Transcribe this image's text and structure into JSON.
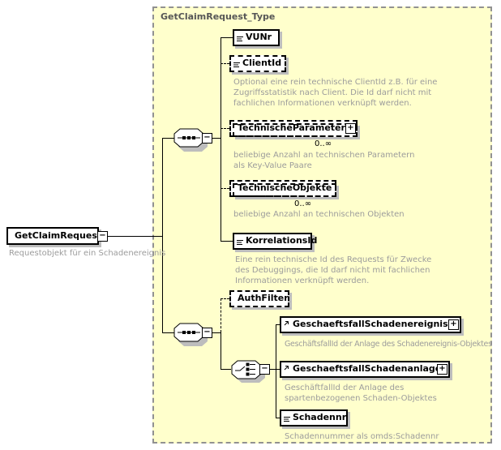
{
  "symbols": {
    "collapse": "−",
    "expand": "+"
  },
  "root": {
    "label": "GetClaimRequest",
    "annotation": "Requestobjekt für ein Schadenereignis"
  },
  "type_container": {
    "title": "GetClaimRequest_Type"
  },
  "sequence1": {
    "children": {
      "vunr": {
        "label": "VUNr"
      },
      "clientid": {
        "label": "ClientId",
        "annotation": "Optional eine rein technische ClientId z.B. für eine Zugriffsstatistik nach Client. Die Id darf nicht mit fachlichen Informationen verknüpft werden."
      },
      "technische_parameter": {
        "label": "TechnischeParameter",
        "occurrence": "0..∞",
        "annotation": "beliebige Anzahl an technischen Parametern als Key-Value Paare"
      },
      "technische_objekte": {
        "label": "TechnischeObjekte",
        "occurrence": "0..∞",
        "annotation": "beliebige Anzahl an technischen Objekten"
      },
      "korrelations_id": {
        "label": "KorrelationsId",
        "annotation": "Eine rein technische Id des Requests für Zwecke des Debuggings, die Id darf nicht mit fachlichen Informationen verknüpft werden."
      }
    }
  },
  "sequence2": {
    "children": {
      "auth_filter": {
        "label": "AuthFilter"
      },
      "choice": {
        "children": {
          "geschaeftsfall_schadenereignis": {
            "label": "GeschaeftsfallSchadenereignis",
            "annotation": "GeschäftsfallId der Anlage des Schadenereignis-Objektes"
          },
          "geschaeftsfall_schadenanlage": {
            "label": "GeschaeftsfallSchadenanlage",
            "annotation": "GeschäftfallId der Anlage des spartenbezogenen Schaden-Objektes"
          },
          "schadennr": {
            "label": "Schadennr",
            "annotation": "Schadennummer als omds:Schadennr"
          }
        }
      }
    }
  },
  "colors": {
    "container_fill": "#ffffcc",
    "container_border": "#919191",
    "annotation_text": "#9c9c9c",
    "box_shadow": "#bdbdbd"
  }
}
